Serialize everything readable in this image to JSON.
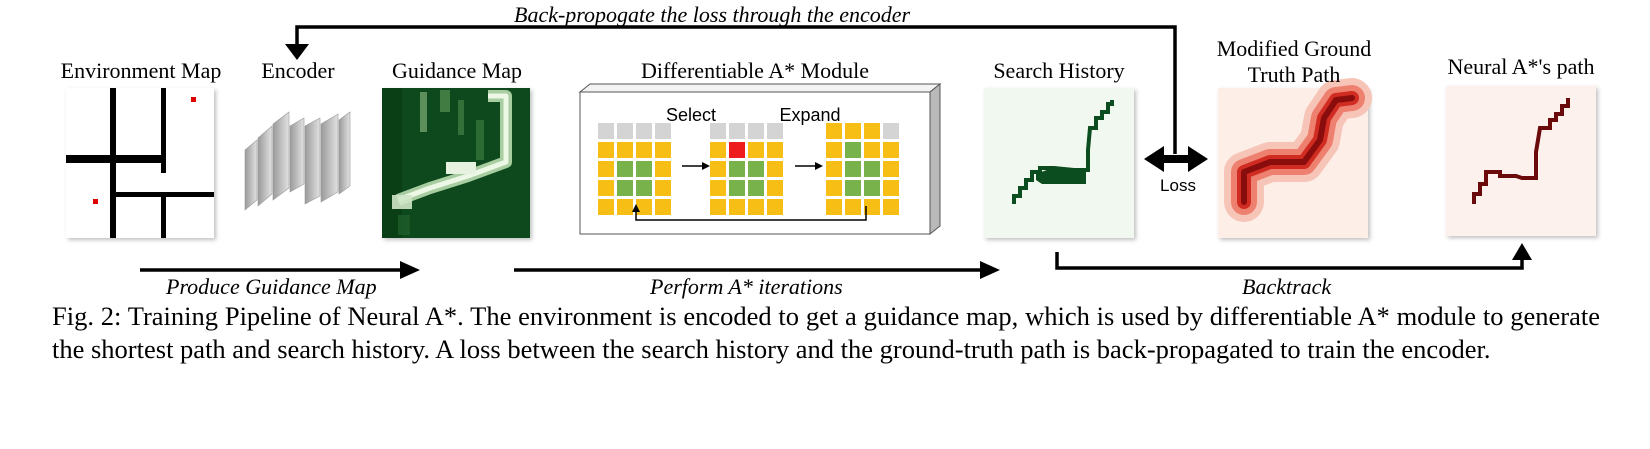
{
  "labels": {
    "environment_map": "Environment Map",
    "encoder": "Encoder",
    "guidance_map": "Guidance Map",
    "astar_module": "Differentiable A* Module",
    "select": "Select",
    "expand": "Expand",
    "search_history": "Search History",
    "modified_gt_line1": "Modified Ground",
    "modified_gt_line2": "Truth Path",
    "neural_path": "Neural A*'s path",
    "loss": "Loss"
  },
  "arrows": {
    "backprop": "Back-propogate the loss through the encoder",
    "produce": "Produce Guidance Map",
    "perform": "Perform A* iterations",
    "backtrack": "Backtrack"
  },
  "caption": "Fig. 2: Training Pipeline of Neural A*. The environment is encoded to get a guidance map, which is used by differentiable A* module to generate the shortest path and search history. A loss between the search history and the ground-truth path is back-propagated to train the encoder.",
  "colors": {
    "obstacle": "#000000",
    "marker": "#e00000",
    "guidance_dark": "#0d4a1c",
    "history_bg": "#f1f8ef",
    "history_path": "#0b4d1e",
    "gt_bg": "#fdeee8",
    "gt_path": "#8a0d0d",
    "neural_bg": "#fdf1ed",
    "neural_path": "#6b0a0a",
    "grid_gray": "#d4d4d4",
    "grid_yellow": "#f7be16",
    "grid_green": "#78b24a",
    "grid_red": "#ee1c1c"
  }
}
